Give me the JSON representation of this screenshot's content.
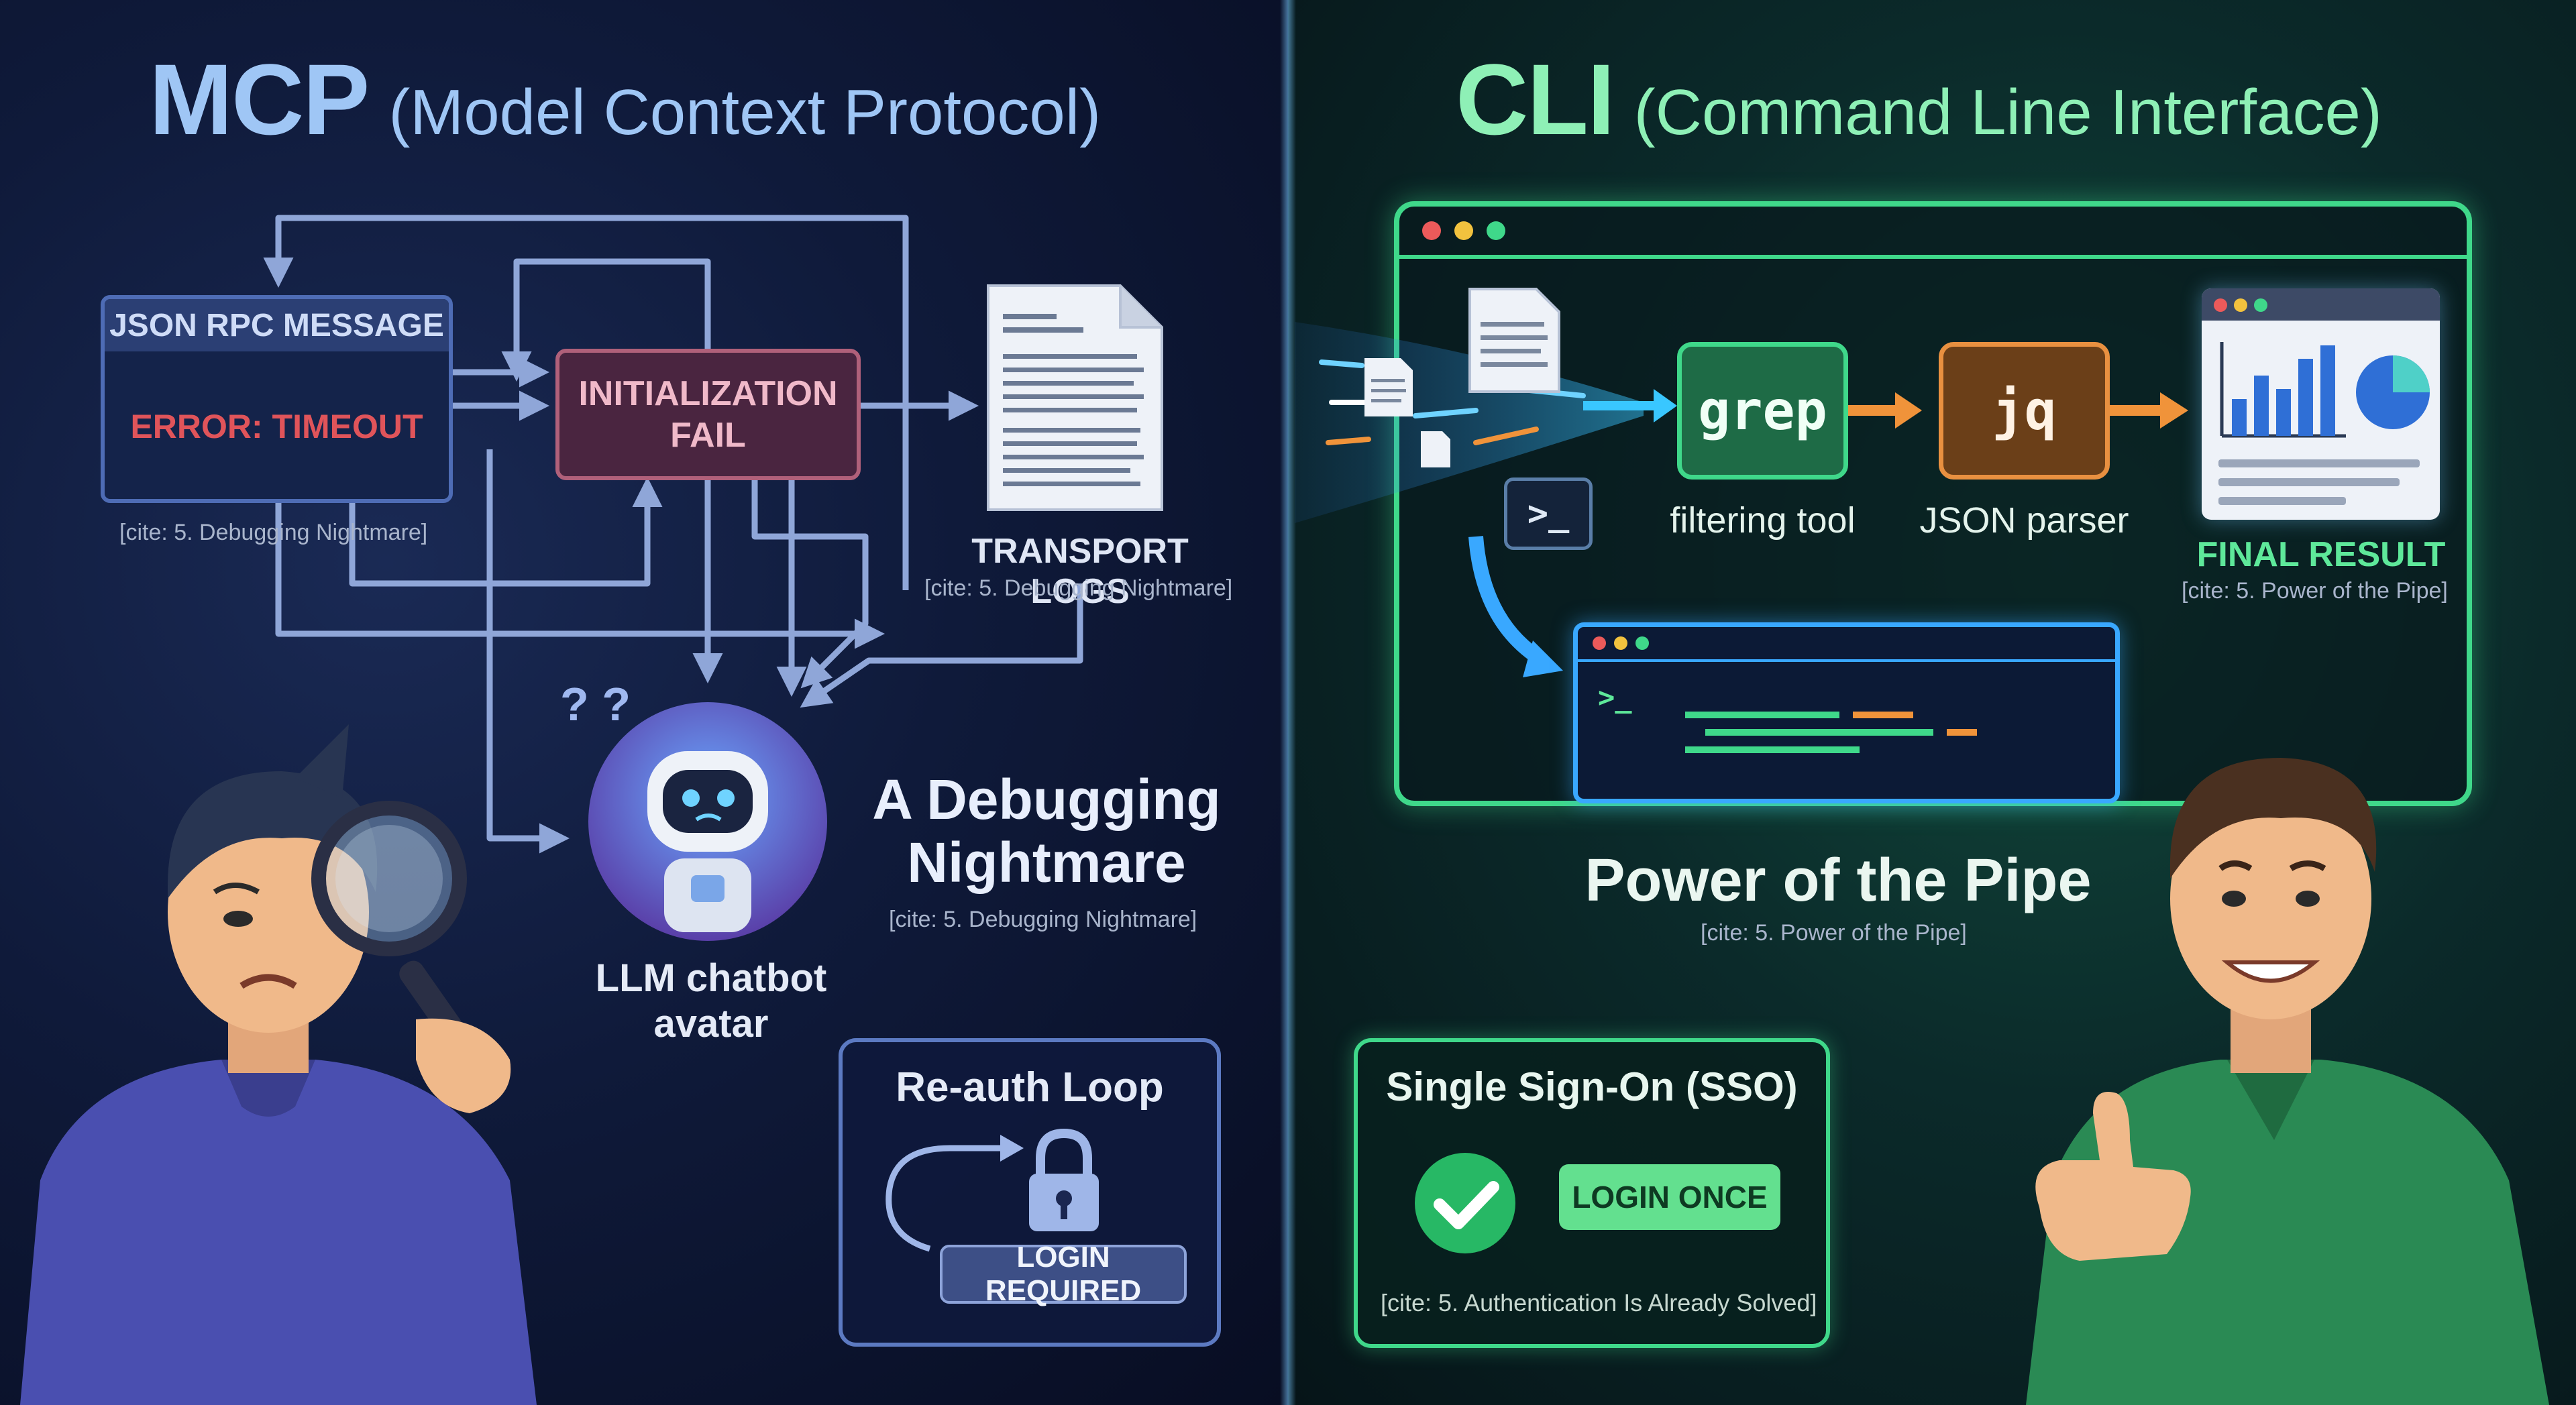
{
  "mcp": {
    "title": "MCP",
    "subtitle": "(Model Context Protocol)",
    "json_rpc_message": "JSON RPC MESSAGE",
    "error_timeout": "ERROR: TIMEOUT",
    "cite_debugging_1": "[cite: 5. Debugging Nightmare]",
    "initialization_fail_line1": "INITIALIZATION",
    "initialization_fail_line2": "FAIL",
    "transport_logs": "TRANSPORT LOGS",
    "cite_debugging_2": "[cite: 5. Debugging Nightmare]",
    "debugging_nightmare_line1": "A Debugging",
    "debugging_nightmare_line2": "Nightmare",
    "cite_debugging_3": "[cite: 5. Debugging Nightmare]",
    "chatbot_label_line1": "LLM chatbot",
    "chatbot_label_line2": "avatar",
    "reauth_title": "Re-auth Loop",
    "login_required": "LOGIN REQUIRED"
  },
  "cli": {
    "title": "CLI",
    "subtitle": "(Command Line Interface)",
    "grep": "grep",
    "grep_caption": "filtering tool",
    "jq": "jq",
    "jq_caption": "JSON parser",
    "final_result": "FINAL RESULT",
    "cite_pipe_1": "[cite: 5. Power of the Pipe]",
    "prompt_glyph": ">_",
    "power_of_pipe": "Power of the Pipe",
    "cite_pipe_2": "[cite: 5. Power of the Pipe]",
    "sso_title": "Single Sign-On (SSO)",
    "login_once": "LOGIN ONCE",
    "cite_auth": "[cite: 5. Authentication Is Already Solved]"
  },
  "colors": {
    "mcp_title": "#9fc6f5",
    "cli_title": "#8ef0b6",
    "error_red": "#e0545a",
    "terminal_green": "#3fd88a",
    "grep_box": "#1e6b46",
    "jq_box": "#7a4a1c",
    "pipe_orange": "#f0933a",
    "check_green": "#27b865"
  },
  "icons": [
    "document-icon",
    "lock-icon",
    "checkmark-icon",
    "terminal-icon",
    "bar-chart-icon",
    "pie-chart-icon",
    "magnifying-glass-icon",
    "robot-icon",
    "thumbs-up-icon"
  ]
}
